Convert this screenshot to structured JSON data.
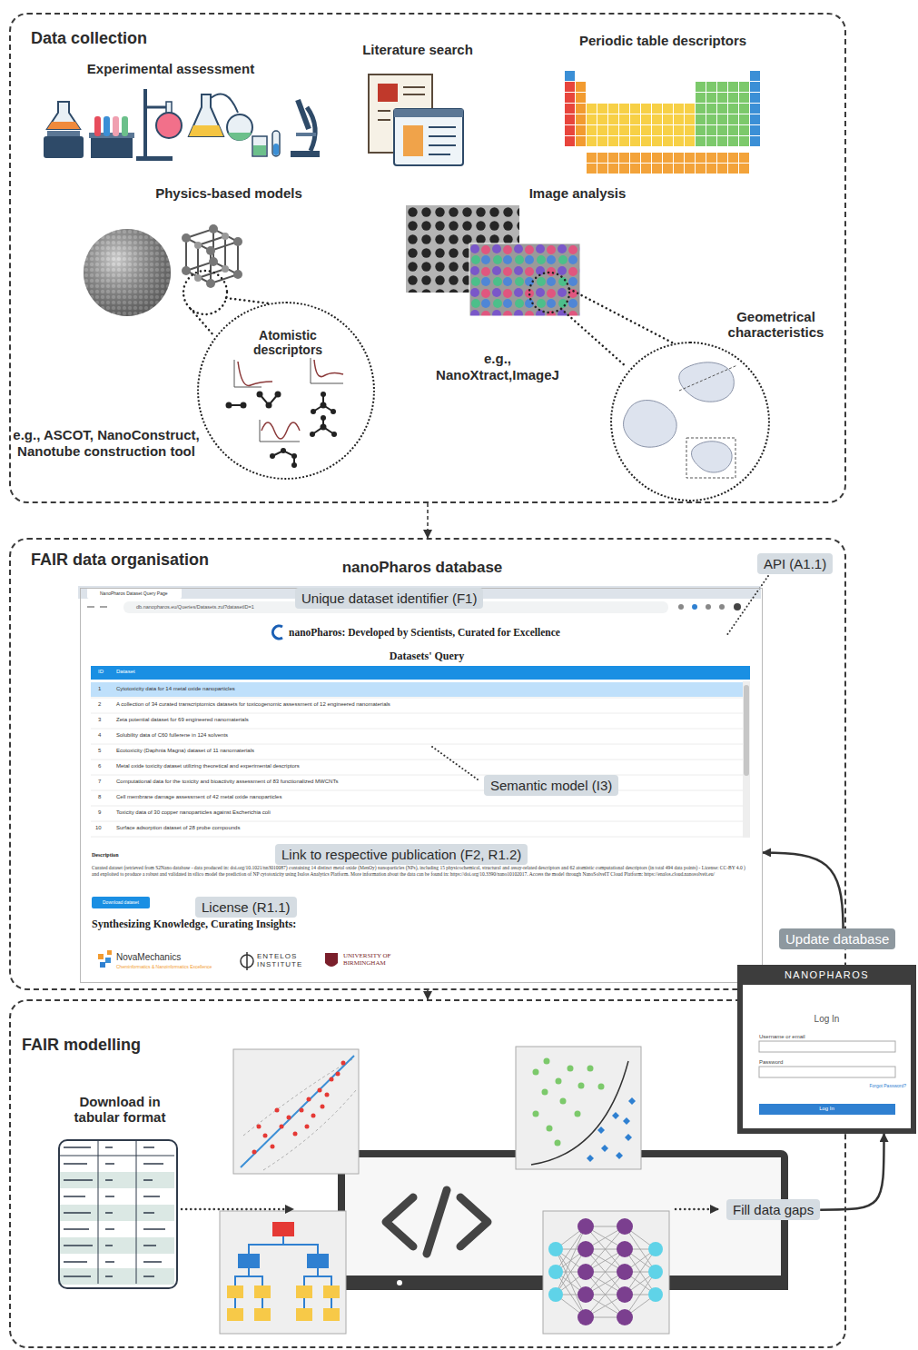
{
  "diagram": {
    "nodes": [
      {
        "text": [
          "Data collection"
        ]
      },
      {
        "text": [
          "Atomistic descriptors"
        ],
        "in": 0
      },
      {
        "text": [
          "Geometrical characteristics"
        ],
        "in": 0
      },
      {
        "text": [
          "FAIR data organisation"
        ]
      },
      {
        "text": [
          "nanoPharos database"
        ],
        "in": 3
      },
      {
        "text": [
          "Unique dataset identifier (F1)"
        ],
        "in": 4
      },
      {
        "text": [
          "API (A1.1)"
        ],
        "in": 3
      },
      {
        "text": [
          "Semantic model (I3)"
        ],
        "in": 4
      },
      {
        "text": [
          "Link to respective publication (F2, R1.2)"
        ],
        "in": 4
      },
      {
        "text": [
          "License (R1.1)"
        ],
        "in": 4
      },
      {
        "text": [
          "Update database"
        ]
      },
      {
        "text": [
          "NANOPHAROS",
          "Log In",
          "Username or email",
          "Password",
          "Forgot Password?",
          "Log In"
        ]
      },
      {
        "text": [
          "FAIR modelling"
        ]
      },
      {
        "text": [
          "Download in tabular format"
        ],
        "in": 12
      },
      {
        "text": [
          "Fill data gaps"
        ],
        "in": 12
      }
    ],
    "edges": [
      {
        "from": 0,
        "to": 3,
        "arrow": "to"
      },
      {
        "from": 3,
        "to": 12,
        "arrow": "to"
      },
      {
        "from": 14,
        "to": 11,
        "arrow": "to"
      },
      {
        "from": 10,
        "to": 4,
        "arrow": "to"
      }
    ],
    "labels": [
      "Experimental assessment",
      "Literature search",
      "Periodic table descriptors",
      "Physics-based models",
      "Image analysis",
      "e.g., ASCOT, NanoConstruct, Nanotube construction tool",
      "e.g., NanoXtract,ImageJ",
      "NanoPharos Dataset Query Page",
      "db.nanopharos.eu/Queries/Datasets.zul?datasetID=1",
      "nanoPharos: Developed by Scientists, Curated for Excellence",
      "Datasets' Query",
      "ID",
      "Dataset",
      "1",
      "Cytotoxicity data for 14 metal oxide nanoparticles",
      "2",
      "A collection of 34 curated transcriptomics datasets for toxicogenomic assessment of 12 engineered nanomaterials",
      "3",
      "Zeta potential dataset for 69 engineered nanomaterials",
      "4",
      "Solubility data of C60 fullerene in 124 solvents",
      "5",
      "Ecotoxicity (Daphnia Magna) dataset of 11 nanomaterials",
      "6",
      "Metal oxide toxicity dataset utilizing theoretical and experimental descriptors",
      "7",
      "Computational data for the toxicity and bioactivity assessment of 83 functionalized MWCNTs",
      "8",
      "Cell membrane damage assessment of 42 metal oxide nanoparticles",
      "9",
      "Toxicity data of 30 copper nanoparticles against Escherichia coli",
      "10",
      "Surface adsorption dataset of 28 probe compounds",
      "Description",
      "Curated dataset (retrieved from S2Nano database - data produced in: doi.org/10.1021/nn3010087) containing 14 distinct metal oxide (MenOy) nanoparticles (NPs), including 15 physicochemical, structural and assay-related descriptors and 62 atomistic computational descriptors (in total 494 data points) - License: CC-BY 4.0 ) and exploited to produce a robust and validated in silico model the prediction of NP cytotoxicity using Isalos Analytics Platform. More information about the data can be found in: https://doi.org/10.3390/nano10102017. Access the model through NanoSolveIT Cloud Platform: https://enalos.cloud.nanosolveit.eu/",
      "Download dataset",
      "Synthesizing Knowledge, Curating Insights:",
      "NovaMechanics",
      "Cheminformatics & Nanoinformatics Excellence",
      "ENTELOS INSTITUTE",
      "UNIVERSITY OF BIRMINGHAM"
    ]
  }
}
